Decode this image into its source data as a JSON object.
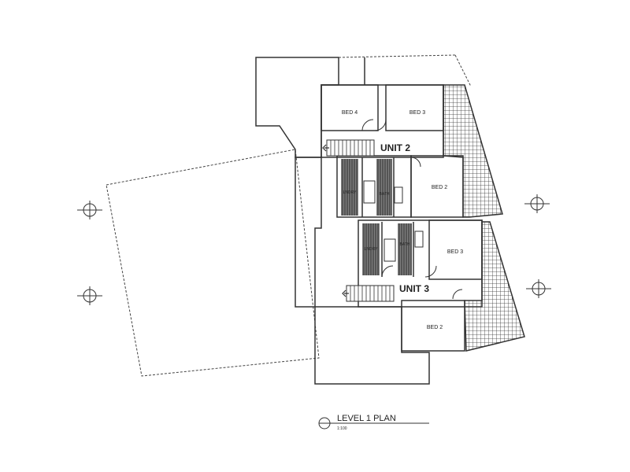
{
  "rooms": {
    "unit2_bed4": "BED 4",
    "unit2_bed3": "BED 3",
    "unit2_bed2": "BED 2",
    "unit2_laundry": "LNDRY",
    "unit2_bath": "BATH",
    "unit3_bed3": "BED 3",
    "unit3_bed2": "BED 2",
    "unit3_laundry": "LNDRY",
    "unit3_bath": "BATH"
  },
  "units": {
    "unit2": "UNIT 2",
    "unit3": "UNIT 3"
  },
  "title": {
    "name": "LEVEL 1 PLAN",
    "scale": "1:100"
  },
  "colors": {
    "line": "#333333",
    "fill_dark": "#555555"
  }
}
